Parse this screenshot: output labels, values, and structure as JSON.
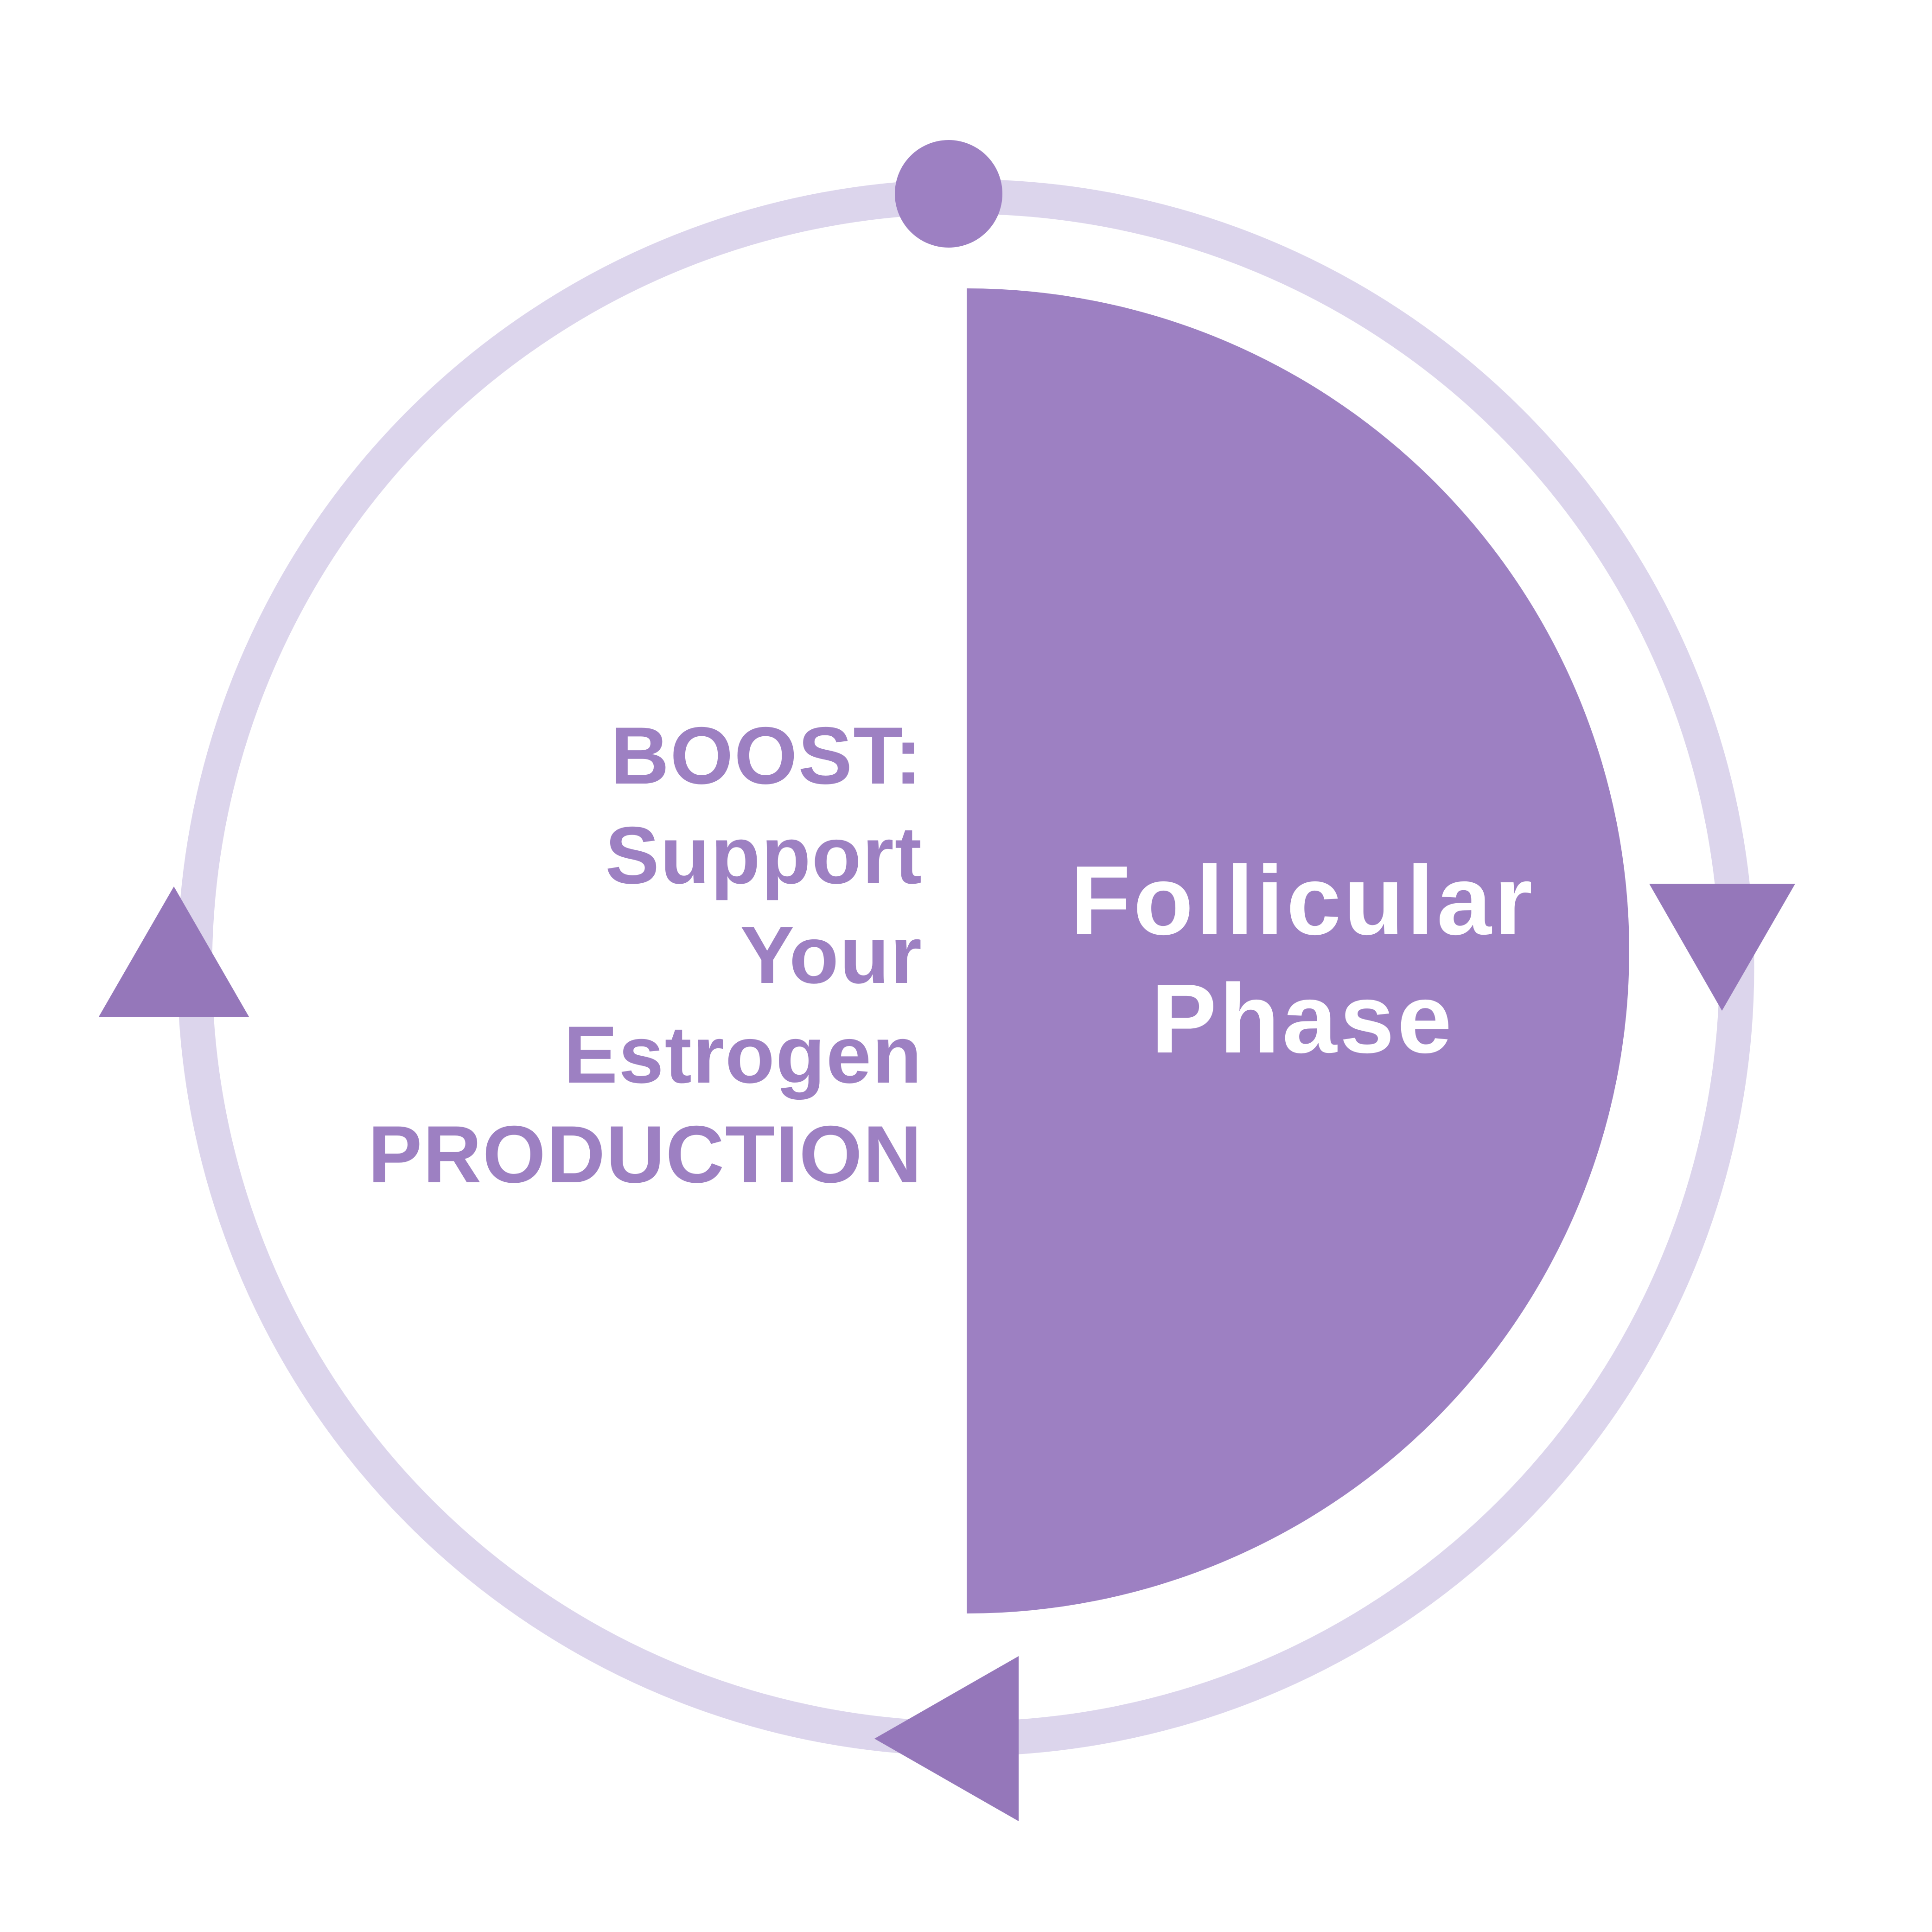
{
  "diagram": {
    "phase_label": {
      "line1": "Follicular",
      "line2": "Phase"
    },
    "boost_note": {
      "lines": [
        "BOOST:",
        "Support",
        "Your",
        "Estrogen",
        "PRODUCTION"
      ]
    },
    "colors": {
      "accent": "#9D80C2",
      "arrow": "#9577BA",
      "ring": "#DCD5EC",
      "phase_text": "#FFFFFF",
      "background": "#FFFFFF"
    },
    "icons": {
      "ring": "cycle-ring",
      "top_marker": "phase-start-dot-icon",
      "left": "arrow-up-icon",
      "right": "arrow-down-icon",
      "bottom": "arrow-left-icon"
    }
  }
}
